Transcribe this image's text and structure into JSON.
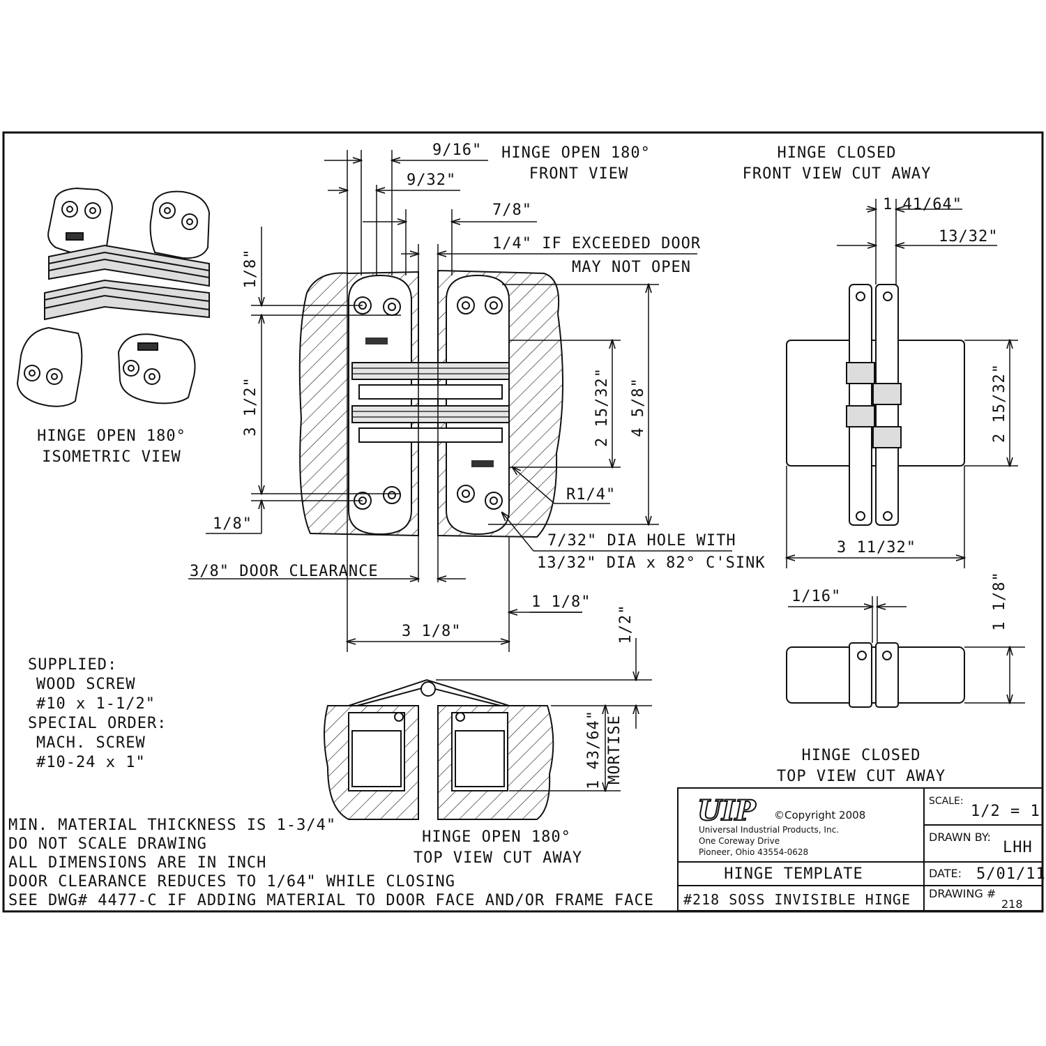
{
  "views": {
    "iso_title": [
      "HINGE OPEN 180°",
      "ISOMETRIC VIEW"
    ],
    "front_title": [
      "HINGE OPEN 180°",
      "FRONT VIEW"
    ],
    "closed_front_title": [
      "HINGE CLOSED",
      "FRONT VIEW CUT AWAY"
    ],
    "open_top_title": [
      "HINGE OPEN 180°",
      "TOP VIEW CUT AWAY"
    ],
    "closed_top_title": [
      "HINGE CLOSED",
      "TOP VIEW CUT AWAY"
    ]
  },
  "dimensions": {
    "d_9_16": "9/16\"",
    "d_9_32": "9/32\"",
    "d_7_8": "7/8\"",
    "exceeded_1": "1/4\" IF EXCEEDED DOOR",
    "exceeded_2": "MAY NOT OPEN",
    "d_1_8_top": "1/8\"",
    "d_3_1_2": "3 1/2\"",
    "d_1_8_bottom": "1/8\"",
    "d_2_15_32": "2 15/32\"",
    "d_4_5_8": "4 5/8\"",
    "radius": "R1/4\"",
    "hole_1": "7/32\" DIA HOLE WITH",
    "hole_2": "13/32\" DIA x 82° C'SINK",
    "door_clearance": "3/8\" DOOR CLEARANCE",
    "d_1_1_8": "1 1/8\"",
    "d_3_1_8": "3 1/8\"",
    "d_1_2": "1/2\"",
    "d_1_43_64": "1 43/64\"",
    "mortise": "MORTISE",
    "d_1_41_64": "1 41/64\"",
    "d_13_32": "13/32\"",
    "d_2_15_32_closed": "2 15/32\"",
    "d_3_11_32": "3 11/32\"",
    "d_1_16": "1/16\"",
    "d_1_1_8_closed": "1 1/8\""
  },
  "supplied": [
    "SUPPLIED:",
    "WOOD SCREW",
    "#10 x 1-1/2\"",
    "SPECIAL ORDER:",
    "MACH. SCREW",
    "#10-24 x 1\""
  ],
  "notes": [
    "MIN. MATERIAL THICKNESS IS 1-3/4\"",
    "DO NOT SCALE DRAWING",
    "ALL DIMENSIONS ARE IN INCH",
    "DOOR CLEARANCE REDUCES TO 1/64\" WHILE CLOSING",
    "SEE DWG# 4477-C IF ADDING MATERIAL TO DOOR FACE AND/OR FRAME FACE"
  ],
  "title_block": {
    "logo": "UIP",
    "copyright": "©Copyright 2008",
    "address": [
      "Universal Industrial Products, Inc.",
      "One Coreway Drive",
      "Pioneer, Ohio   43554-0628"
    ],
    "scale_label": "SCALE:",
    "scale_value": "1/2 = 1",
    "drawn_label": "DRAWN BY:",
    "drawn_value": "LHH",
    "title": "HINGE TEMPLATE",
    "date_label": "DATE:",
    "date_value": "5/01/11",
    "product": "#218 SOSS INVISIBLE HINGE",
    "drawing_label": "DRAWING #",
    "drawing_value": "218"
  }
}
